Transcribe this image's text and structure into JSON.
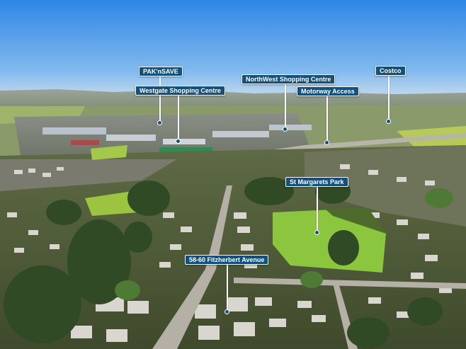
{
  "callouts": {
    "paknsave": "PAK'nSAVE",
    "westgate": "Westgate Shopping Centre",
    "northwest": "NorthWest Shopping Centre",
    "motorway": "Motorway Access",
    "costco": "Costco",
    "st_margarets": "St Margarets Park",
    "property": "58-60 Fitzherbert Avenue"
  },
  "colors": {
    "label_bg": "#12507f",
    "label_text": "#ffffff"
  }
}
